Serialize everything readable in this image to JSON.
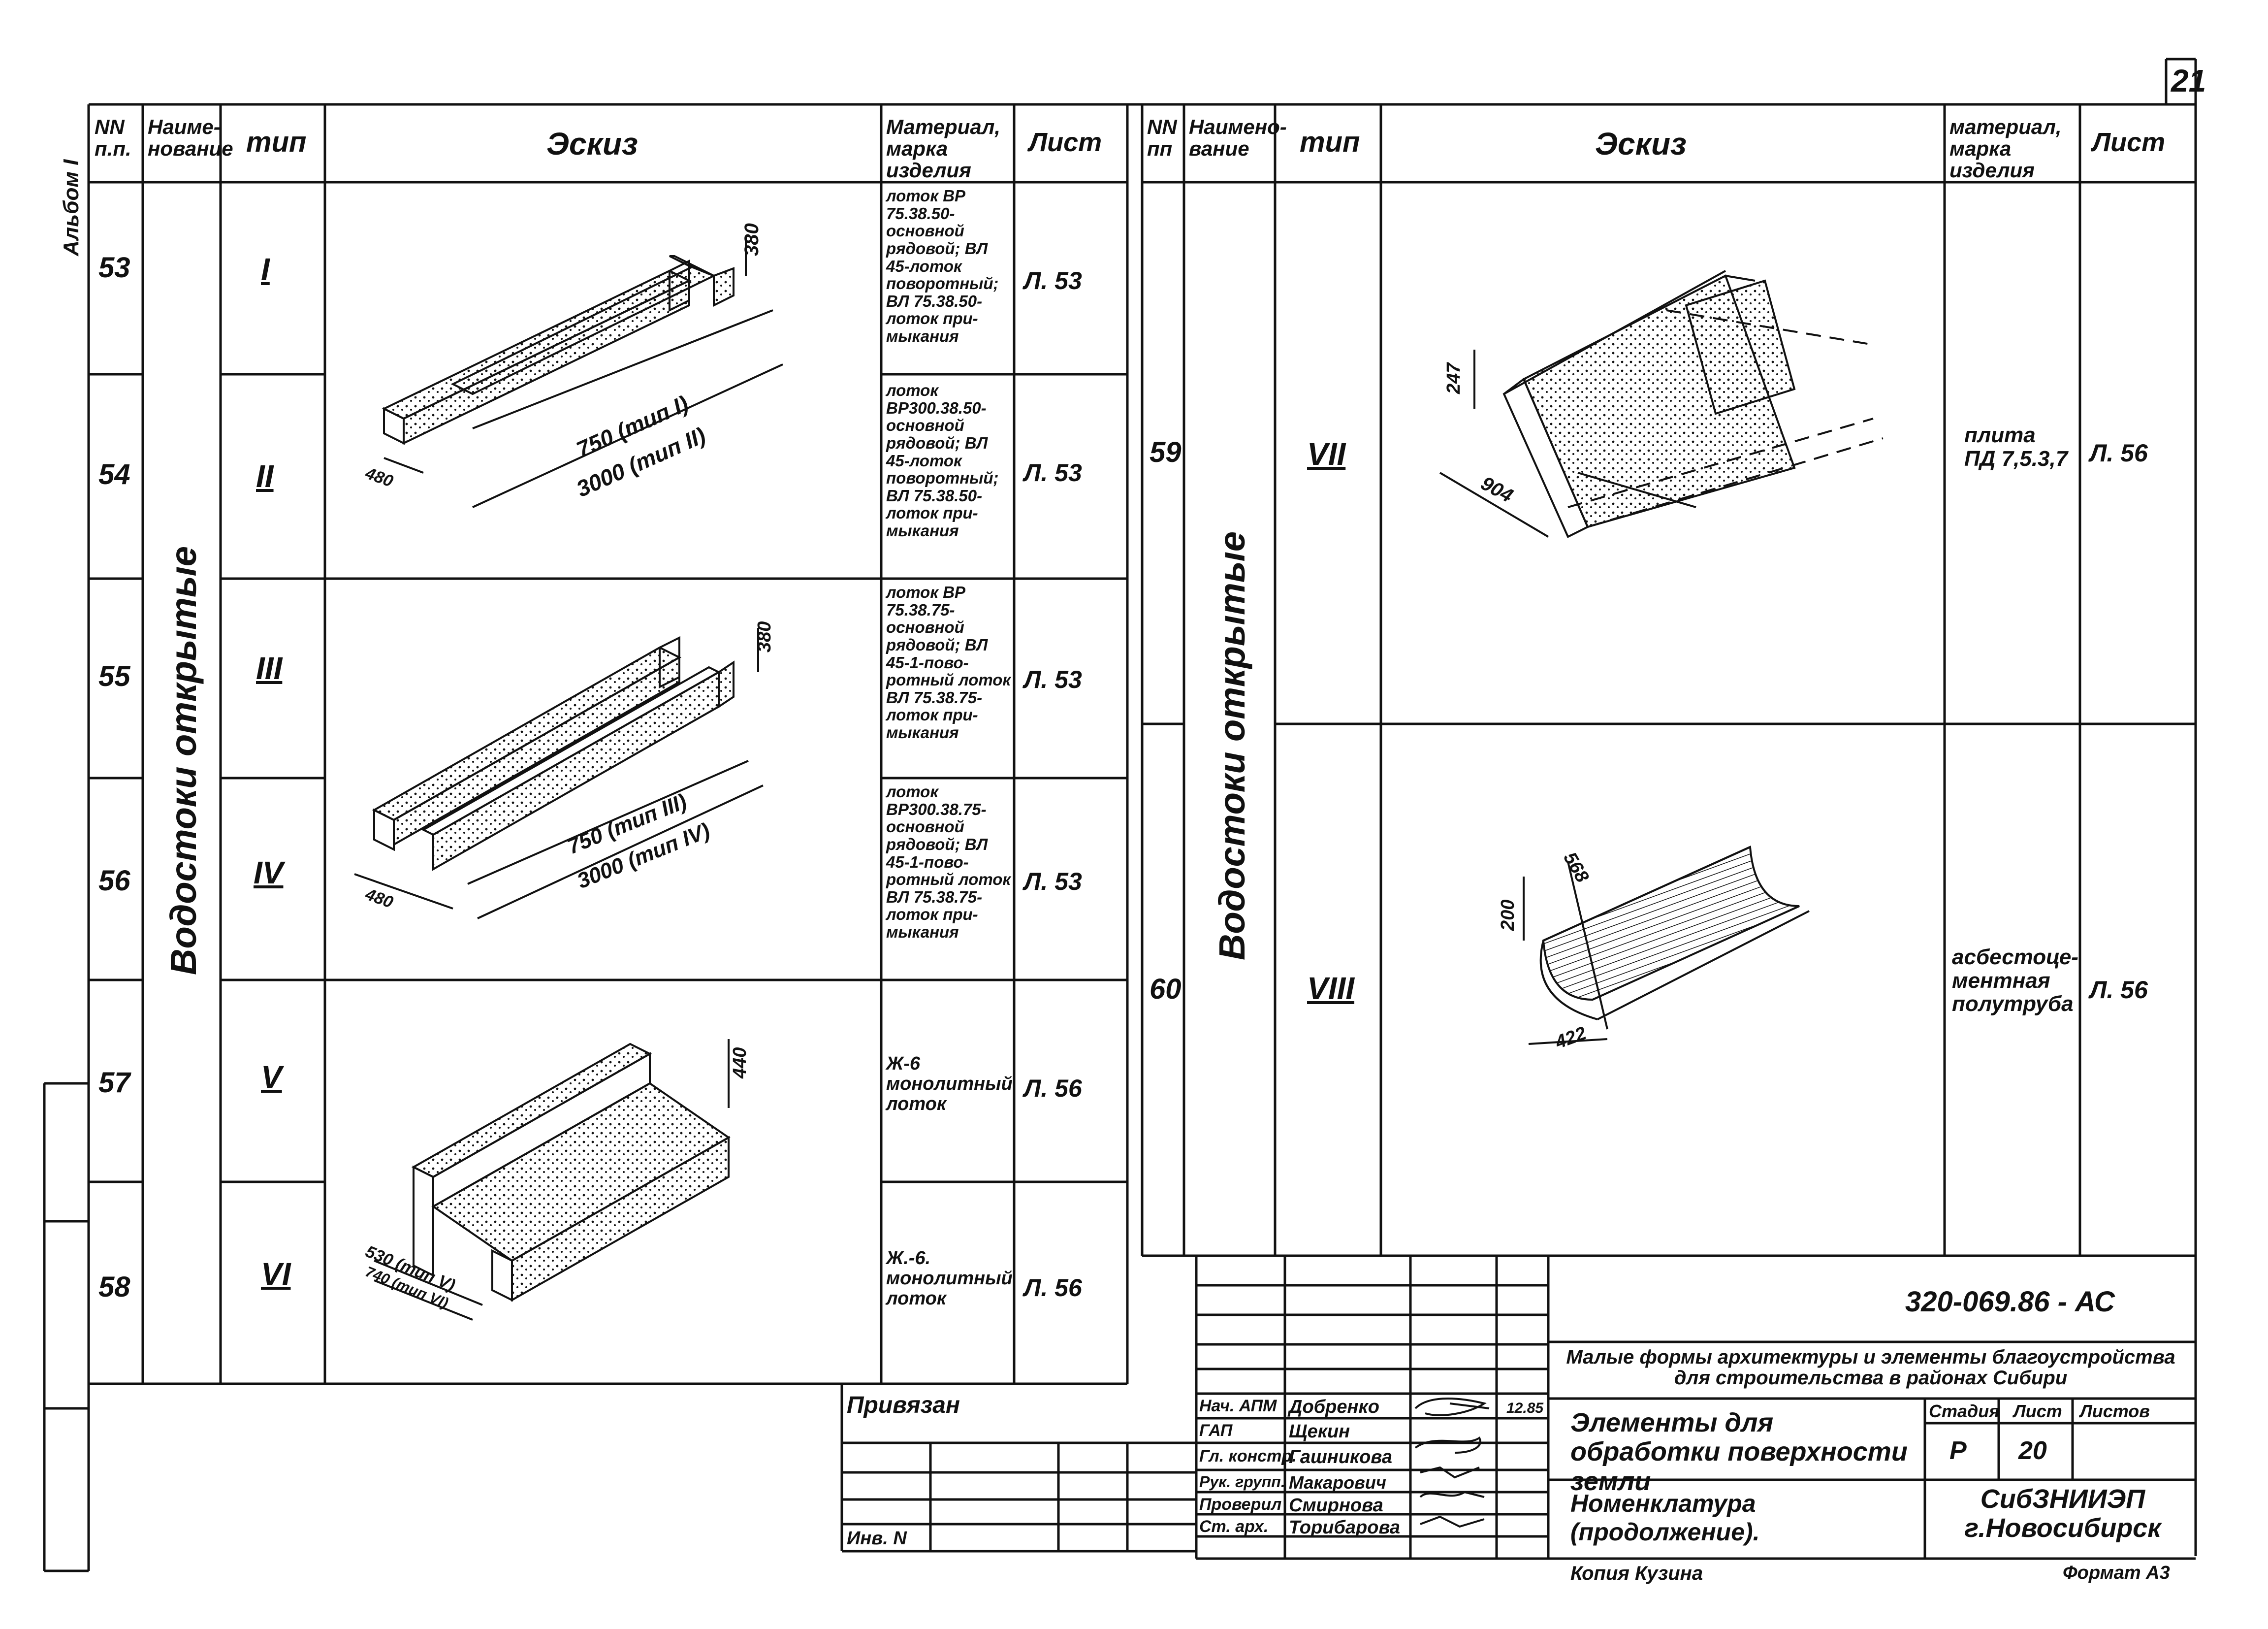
{
  "page_number": "21",
  "album_label": "Альбом I",
  "header": {
    "num": "NN п.п.",
    "name": "Наиме-нование",
    "type": "тип",
    "sketch": "Эскиз",
    "material": "Материал, марка изделия",
    "sheet": "Лист"
  },
  "header_right": {
    "num": "NN пп",
    "name": "Наимено-вание",
    "type": "тип",
    "sketch": "Эскиз",
    "material": "материал, марка изделия",
    "sheet": "Лист"
  },
  "left_group_name": "Водостоки открытые",
  "right_group_name": "Водостоки открытые",
  "rows_left": [
    {
      "num": "53",
      "type": "I",
      "material": "лоток ВР 75.38.50-основной рядовой; ВЛ 45-лоток поворотный; ВЛ 75.38.50-лоток при-мыкания",
      "sheet": "Л. 53"
    },
    {
      "num": "54",
      "type": "II",
      "material": "лоток ВР300.38.50-основной рядовой; ВЛ 45-лоток поворотный; ВЛ 75.38.50-лоток при-мыкания",
      "sheet": "Л. 53"
    },
    {
      "num": "55",
      "type": "III",
      "material": "лоток ВР 75.38.75-основной рядовой; ВЛ 45-1-пово-ротный лоток ВЛ 75.38.75-лоток при-мыкания",
      "sheet": "Л. 53"
    },
    {
      "num": "56",
      "type": "IV",
      "material": "лоток ВР300.38.75-основной рядовой; ВЛ 45-1-пово-ротный лоток ВЛ 75.38.75-лоток при-мыкания",
      "sheet": "Л. 53"
    },
    {
      "num": "57",
      "type": "V",
      "material": "Ж-6 монолитный лоток",
      "sheet": "Л. 56"
    },
    {
      "num": "58",
      "type": "VI",
      "material": "Ж.-6. монолитный лоток",
      "sheet": "Л. 56"
    }
  ],
  "rows_right": [
    {
      "num": "59",
      "type": "VII",
      "material": "плита ПД 7,5.3,7",
      "sheet": "Л. 56"
    },
    {
      "num": "60",
      "type": "VIII",
      "material": "асбестоце-ментная полутруба",
      "sheet": "Л. 56"
    }
  ],
  "dimensions": {
    "d380a": "380",
    "d750a": "750 (тип I)",
    "d3000a": "3000 (тип II)",
    "d480a": "480",
    "d380b": "380",
    "d750b": "750 (тип III)",
    "d3000b": "3000 (тип IV)",
    "d480b": "480",
    "d440": "440",
    "d530": "530 (тип V)",
    "d740": "740 (тип VI)",
    "d247": "247",
    "d904": "904",
    "d568": "568",
    "d200": "200",
    "d422": "422"
  },
  "title_block": {
    "doc_code": "320-069.86 - АС",
    "project_title": "Малые формы архитектуры и элементы благоустройства для строительства в районах Сибири",
    "section_title": "Элементы для обработки поверхности земли",
    "drawing_title": "Номенклатура (продолжение).",
    "stage_label": "Стадия",
    "sheet_label": "Лист",
    "sheets_label": "Листов",
    "stage": "Р",
    "sheet": "20",
    "org": "СибЗНИИЭП г.Новосибирск",
    "bound": "Привязан",
    "inv": "Инв. N",
    "date": "12.85",
    "bottom_left": "Копия Кузина",
    "bottom_right": "Формат А3",
    "staff": [
      {
        "role": "Нач. АПМ",
        "name": "Добренко"
      },
      {
        "role": "ГАП",
        "name": "Щекин"
      },
      {
        "role": "Гл. констр.",
        "name": "Гашникова"
      },
      {
        "role": "Рук. групп.",
        "name": "Макарович"
      },
      {
        "role": "Проверил",
        "name": "Смирнова"
      },
      {
        "role": "Ст. арх.",
        "name": "Торибарова"
      }
    ]
  }
}
